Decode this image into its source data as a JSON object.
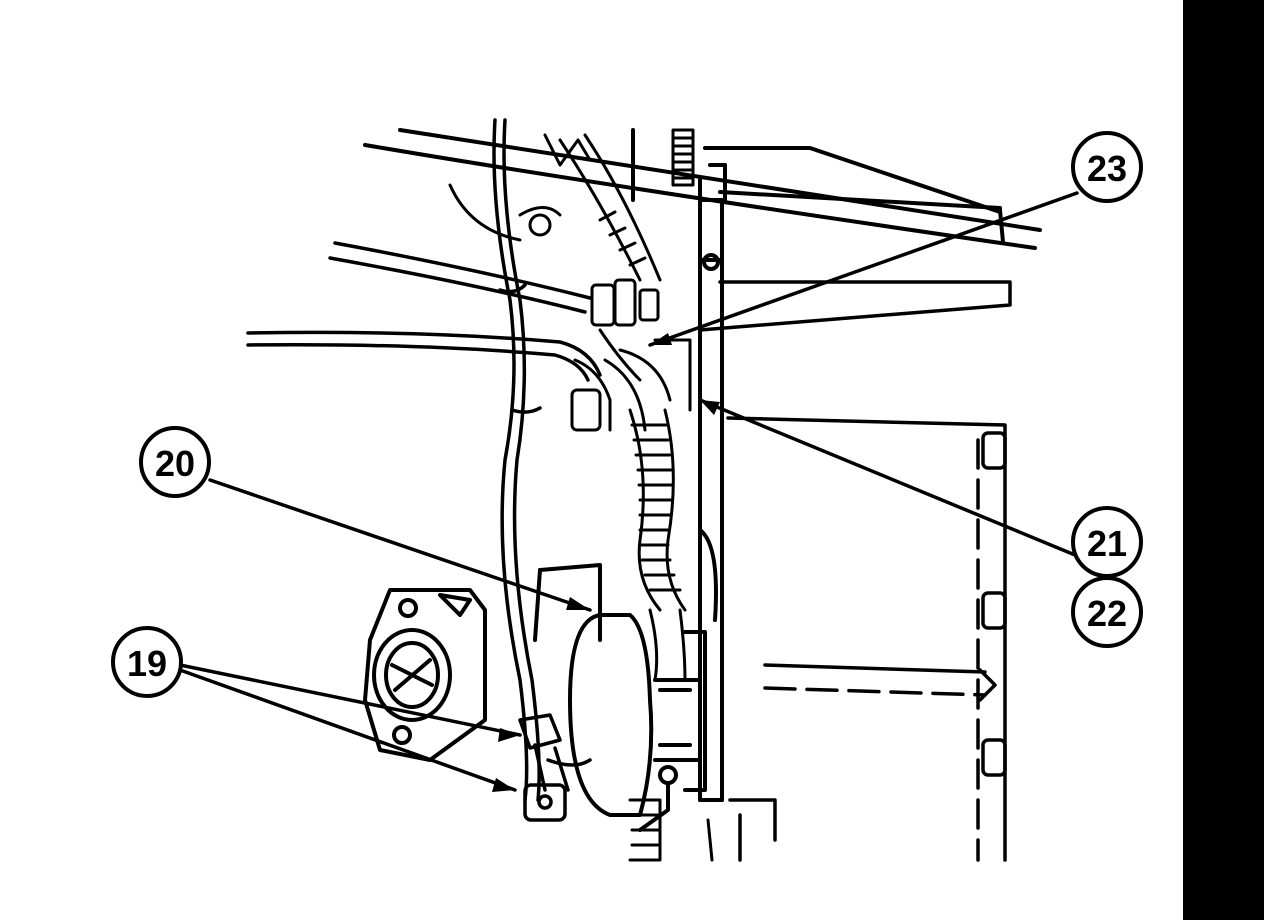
{
  "callouts": [
    {
      "id": "c19",
      "label": "19"
    },
    {
      "id": "c20",
      "label": "20"
    },
    {
      "id": "c21",
      "label": "21"
    },
    {
      "id": "c22",
      "label": "22"
    },
    {
      "id": "c23",
      "label": "23"
    }
  ],
  "colors": {
    "ink": "#000000",
    "paper": "#ffffff"
  }
}
